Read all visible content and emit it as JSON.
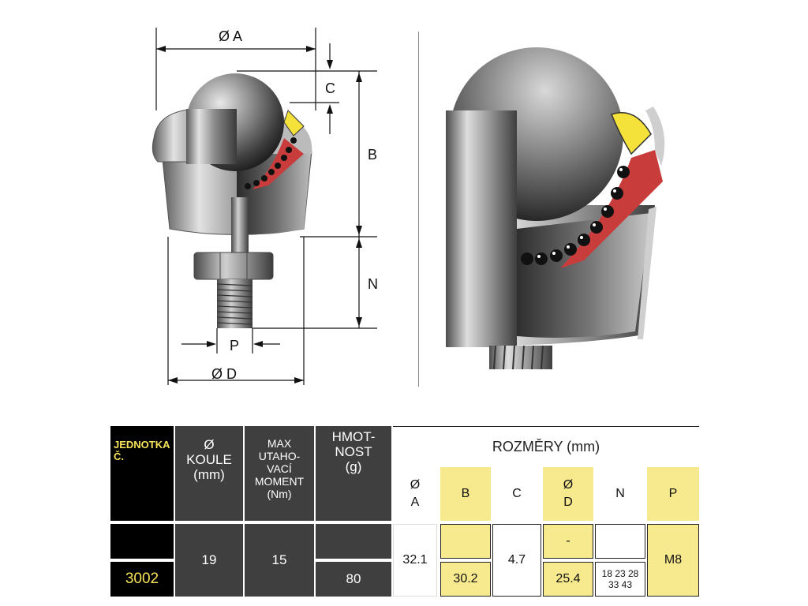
{
  "diagram": {
    "label_a": "Ø A",
    "label_b": "B",
    "label_c": "C",
    "label_n": "N",
    "label_p": "P",
    "label_d": "Ø D"
  },
  "table": {
    "headers": {
      "unit": "JEDNOTKA Č.",
      "ball": "Ø KOULE (mm)",
      "moment": "MAX UTAHO- VACÍ MOMENT (Nm)",
      "weight": "HMOT- NOST (g)",
      "dimensions": "ROZMĚRY (mm)",
      "col_a": "Ø A",
      "col_b": "B",
      "col_c": "C",
      "col_d": "Ø D",
      "col_n": "N",
      "col_p": "P"
    },
    "row": {
      "unit": "3002",
      "ball": "19",
      "moment": "15",
      "weight": "80",
      "a": "32.1",
      "b": "30.2",
      "c": "4.7",
      "d_top": "-",
      "d": "25.4",
      "n": "18 23 28 33 43",
      "p": "M8"
    }
  }
}
